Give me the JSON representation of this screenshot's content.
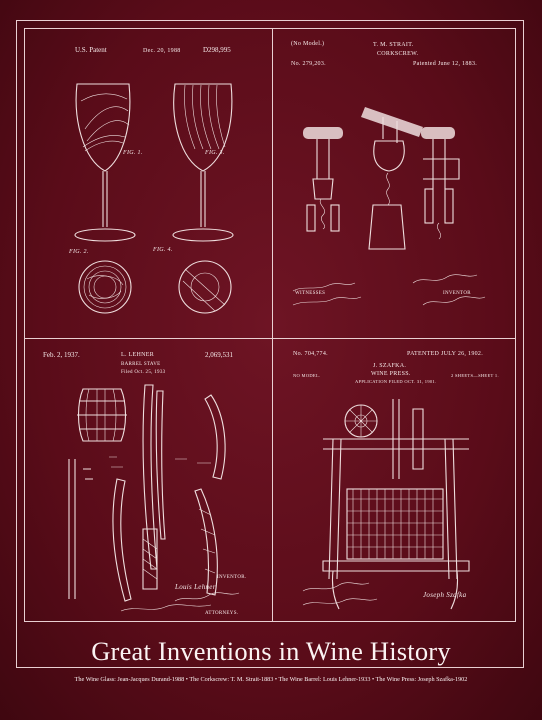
{
  "title": "Great Inventions in Wine History",
  "caption": "The Wine Glass: Jean-Jacques Durand-1988  • The Corkscrew: T. M. Strait-1883 • The Wine Barrel: Louis Lehner-1933 • The Wine Press: Joseph Szafka-1902",
  "panels": {
    "glass": {
      "patent_left": "U.S. Patent",
      "date": "Dec. 20, 1988",
      "number": "D298,995",
      "fig1": "FIG. 1.",
      "fig2": "FIG. 2.",
      "fig3": "FIG. 3.",
      "fig4": "FIG. 4."
    },
    "corkscrew": {
      "model": "(No Model.)",
      "inventor": "T. M. STRAIT.",
      "device": "CORKSCREW.",
      "number": "No. 279,203.",
      "patented": "Patented June 12, 1883.",
      "witnesses": "WITNESSES",
      "inventor_label": "INVENTOR"
    },
    "barrel": {
      "date": "Feb. 2, 1937.",
      "inventor": "L. LEHNER",
      "number": "2,069,531",
      "device": "BARREL STAVE",
      "filed": "Filed Oct. 25, 1933",
      "signature": "Louis Lehner",
      "inventor_label": "INVENTOR.",
      "attorneys": "ATTORNEYS."
    },
    "press": {
      "number": "No. 704,774.",
      "patented": "PATENTED JULY 26, 1902.",
      "inventor": "J. SZAFKA.",
      "device": "WINE PRESS.",
      "application": "APPLICATION FILED OCT. 31, 1901.",
      "model": "NO MODEL.",
      "sheets": "2 SHEETS—SHEET 1.",
      "signature": "Joseph Szafka"
    }
  }
}
